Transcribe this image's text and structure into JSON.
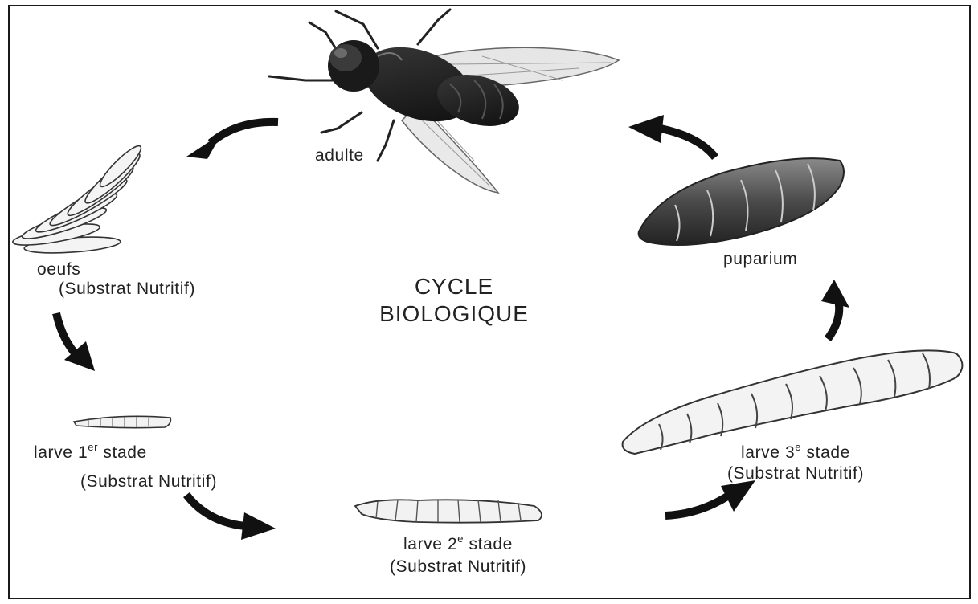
{
  "diagram": {
    "title_line1": "CYCLE",
    "title_line2": "BIOLOGIQUE",
    "stages": {
      "adult": {
        "label": "adulte"
      },
      "eggs": {
        "label": "oeufs",
        "sub": "(Substrat Nutritif)"
      },
      "larva1": {
        "label": "larve 1",
        "sup": "er",
        "suffix": " stade",
        "sub": "(Substrat Nutritif)"
      },
      "larva2": {
        "label": "larve 2",
        "sup": "e",
        "suffix": " stade",
        "sub": "(Substrat Nutritif)"
      },
      "larva3": {
        "label": "larve 3",
        "sup": "e",
        "suffix": " stade",
        "sub": "(Substrat Nutritif)"
      },
      "pupa": {
        "label": "puparium"
      }
    },
    "colors": {
      "ink": "#1a1a1a",
      "text": "#222222"
    }
  }
}
